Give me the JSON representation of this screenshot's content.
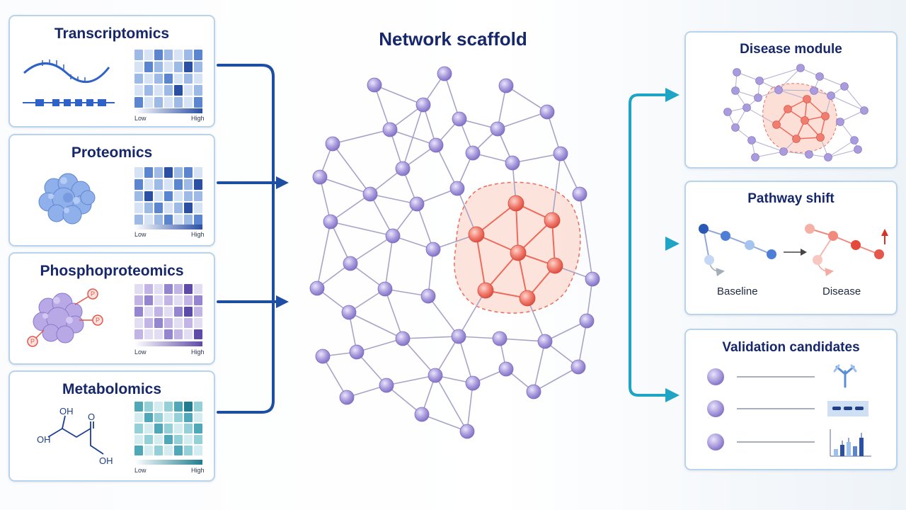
{
  "center": {
    "title": "Network scaffold"
  },
  "inputs": [
    {
      "title": "Transcriptomics",
      "low": "Low",
      "high": "High",
      "palette": [
        "#ffffff",
        "#d6e3f5",
        "#9db9e6",
        "#5b85cf",
        "#2a4fa3"
      ],
      "grid": [
        2,
        1,
        3,
        2,
        1,
        2,
        3,
        1,
        3,
        2,
        1,
        2,
        4,
        2,
        2,
        1,
        2,
        3,
        1,
        2,
        1,
        1,
        2,
        1,
        2,
        4,
        1,
        2,
        3,
        1,
        2,
        1,
        2,
        1,
        3
      ]
    },
    {
      "title": "Proteomics",
      "low": "Low",
      "high": "High",
      "palette": [
        "#ffffff",
        "#d6e3f5",
        "#9db9e6",
        "#5b85cf",
        "#2a4fa3"
      ],
      "grid": [
        1,
        3,
        2,
        4,
        2,
        3,
        1,
        3,
        1,
        2,
        1,
        3,
        2,
        4,
        2,
        4,
        1,
        3,
        1,
        2,
        2,
        1,
        2,
        3,
        1,
        2,
        4,
        1,
        2,
        1,
        2,
        3,
        1,
        2,
        3
      ]
    },
    {
      "title": "Phosphoproteomics",
      "low": "Low",
      "high": "High",
      "palette": [
        "#ffffff",
        "#e3ddf3",
        "#c2b5e6",
        "#9584cf",
        "#5e4aa8"
      ],
      "grid": [
        1,
        2,
        1,
        3,
        2,
        4,
        1,
        2,
        3,
        1,
        2,
        1,
        2,
        3,
        3,
        1,
        2,
        1,
        3,
        4,
        2,
        1,
        2,
        3,
        2,
        1,
        2,
        1,
        2,
        1,
        1,
        3,
        2,
        1,
        4
      ]
    },
    {
      "title": "Metabolomics",
      "low": "Low",
      "high": "High",
      "palette": [
        "#ffffff",
        "#d2ecef",
        "#94d0d8",
        "#4ea8b7",
        "#1f7d8f"
      ],
      "grid": [
        3,
        2,
        1,
        2,
        3,
        4,
        2,
        1,
        3,
        2,
        1,
        2,
        3,
        1,
        2,
        1,
        3,
        2,
        1,
        2,
        3,
        1,
        2,
        1,
        3,
        2,
        1,
        2,
        3,
        1,
        2,
        1,
        3,
        2,
        1
      ]
    }
  ],
  "metabolite": {
    "oh1": "OH",
    "oh2": "OH",
    "oh3": "OH",
    "o": "O"
  },
  "phospho": {
    "p": "P"
  },
  "outputs": {
    "disease_module": {
      "title": "Disease module"
    },
    "pathway_shift": {
      "title": "Pathway shift",
      "baseline": "Baseline",
      "disease": "Disease"
    },
    "validation": {
      "title": "Validation candidates"
    }
  },
  "colors": {
    "node": "#a99bdc",
    "node_edge": "#7e6cc4",
    "module": "#ee6a5b",
    "module_fill": "#fbd9cf",
    "arrow_left": "#1c4ea3",
    "arrow_right": "#1ea5c6",
    "title": "#16286a"
  }
}
